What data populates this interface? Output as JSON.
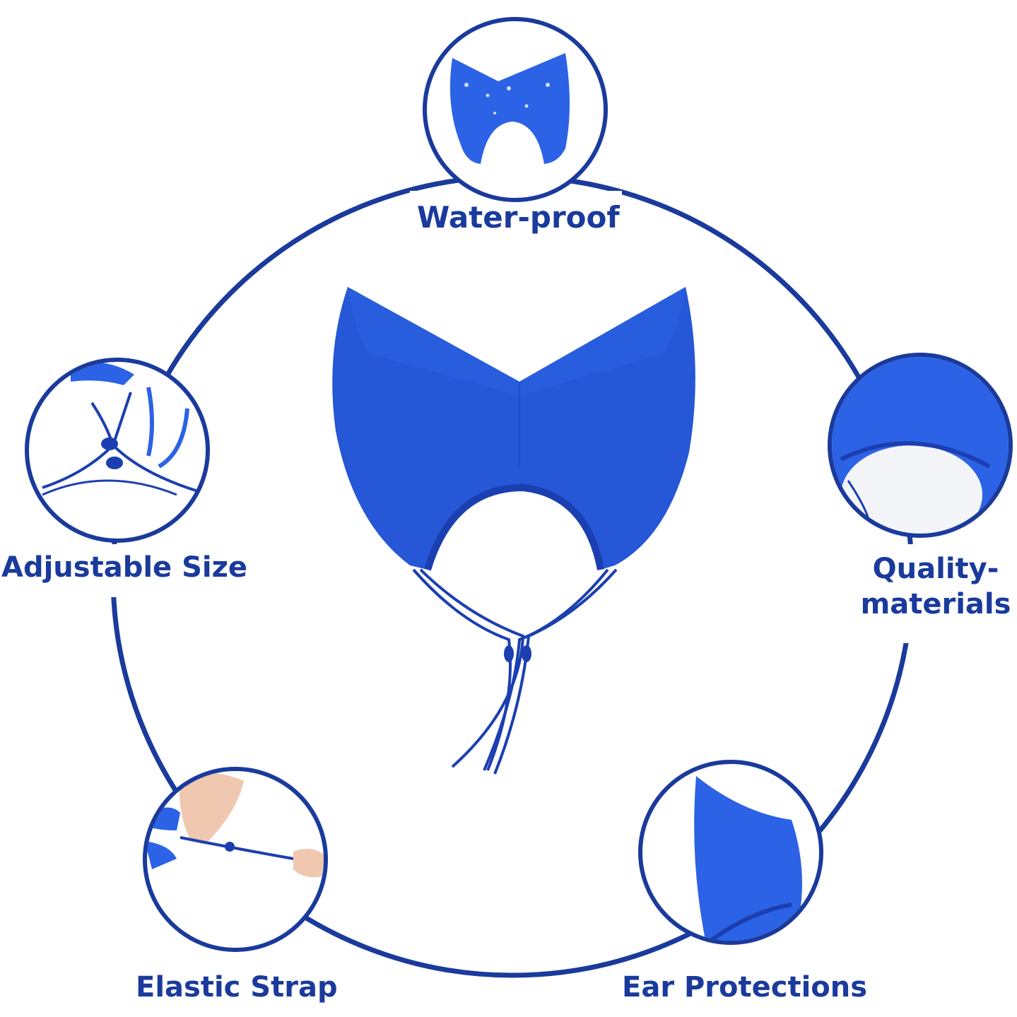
{
  "colors": {
    "accent": "#1a3a9c",
    "product_blue": "#2557d6",
    "product_dark": "#1b3fb0",
    "background": "#ffffff"
  },
  "features": {
    "water_proof": "Water-proof",
    "adjustable_size": "Adjustable Size",
    "quality_line1": "Quality-",
    "quality_line2": "materials",
    "elastic_strap": "Elastic Strap",
    "ear_protections": "Ear Protections"
  },
  "icons": {
    "center": "ear-muff-cap-image",
    "top": "water-drops-cap-icon",
    "left": "adjustable-cord-icon",
    "right": "fabric-closeup-icon",
    "bottom_left": "hands-stretching-strap-icon",
    "bottom_right": "ear-flap-closeup-icon"
  }
}
